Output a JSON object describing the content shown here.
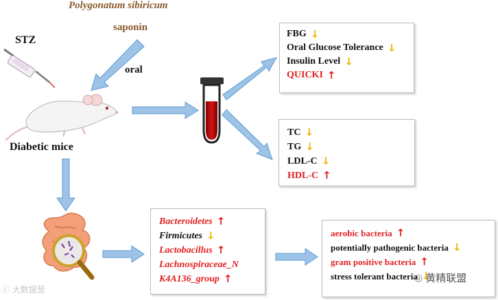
{
  "header": {
    "species": "Polygonatum sibiricum",
    "saponin": "saponin"
  },
  "labels": {
    "stz": "STZ",
    "oral": "oral",
    "mice": "Diabetic mice"
  },
  "glucose_box": [
    {
      "text": "FBG",
      "trend": "down",
      "color": "black"
    },
    {
      "text": "Oral Glucose Tolerance",
      "trend": "down",
      "color": "black"
    },
    {
      "text": "Insulin Level",
      "trend": "down",
      "color": "black"
    },
    {
      "text": "QUICKI",
      "trend": "up",
      "color": "red"
    }
  ],
  "lipid_box": [
    {
      "text": "TC",
      "trend": "down",
      "color": "black"
    },
    {
      "text": "TG",
      "trend": "down",
      "color": "black"
    },
    {
      "text": "LDL-C",
      "trend": "down",
      "color": "black"
    },
    {
      "text": "HDL-C",
      "trend": "up",
      "color": "red"
    }
  ],
  "microbiota_box": [
    {
      "text": "Bacteroidetes",
      "trend": "up",
      "color": "red"
    },
    {
      "text": "Firmicutes",
      "trend": "down",
      "color": "black"
    },
    {
      "text": "Lactobacillus",
      "trend": "up",
      "color": "red"
    },
    {
      "text": "Lachnospiraceae_N",
      "trend": "",
      "color": "red"
    },
    {
      "text": "K4A136_group",
      "trend": "up",
      "color": "red"
    }
  ],
  "bacteria_box": [
    {
      "text": "aerobic bacteria",
      "trend": "up",
      "color": "red"
    },
    {
      "text": "potentially pathogenic bacteria",
      "trend": "down",
      "color": "black"
    },
    {
      "text": "gram positive bacteria",
      "trend": "up",
      "color": "red"
    },
    {
      "text": "stress tolerant bacteria",
      "trend": "down",
      "color": "black"
    }
  ],
  "glyphs": {
    "up": "🡑",
    "down": "🡓"
  },
  "watermark_left": "大数据营",
  "watermark_right": "黄精联盟",
  "colors": {
    "arrow": "#9dc3e6",
    "arrow_border": "#5b9bd5",
    "red": "#e02020",
    "gold": "#f0b400",
    "brown": "#8a5a2b"
  }
}
